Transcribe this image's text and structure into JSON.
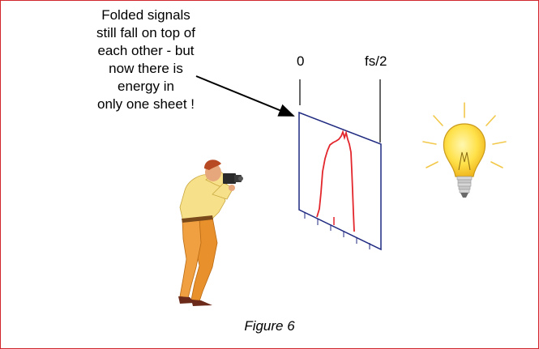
{
  "annotation": {
    "lines": [
      "Folded signals",
      "still fall on top of",
      "each other - but",
      "now there is",
      "energy in",
      "only one sheet !"
    ]
  },
  "axis": {
    "left_label": "0",
    "right_label": "fs/2"
  },
  "figure_caption": "Figure 6",
  "colors": {
    "border": "#d0262c",
    "sheet_outline": "#1f2a80",
    "signal": "#e3262c",
    "bulb": "#ffe14a",
    "person_shirt": "#f7e08a",
    "person_pants": "#e8902c",
    "camera": "#2a2a2a"
  }
}
